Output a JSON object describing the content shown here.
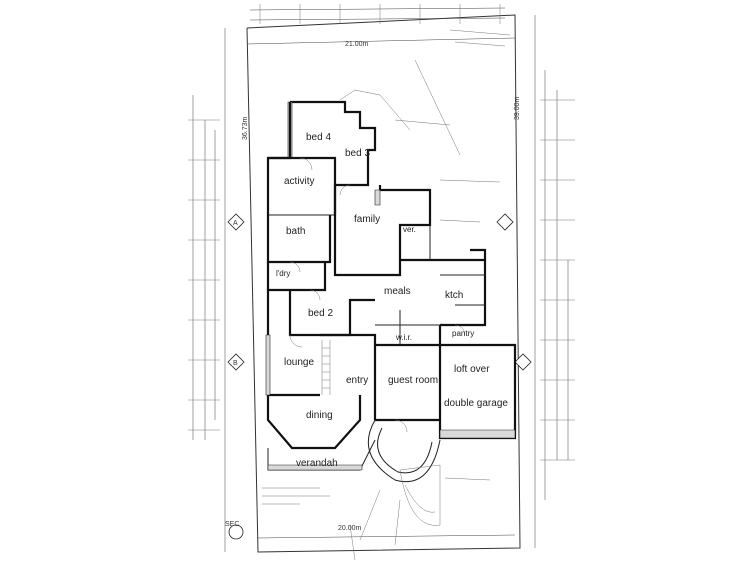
{
  "rooms": {
    "bed4": "bed 4",
    "bed3": "bed 3",
    "activity": "activity",
    "family": "family",
    "bath": "bath",
    "ldry": "l'dry",
    "meals": "meals",
    "ktch": "ktch",
    "bed2": "bed 2",
    "wir": "w.i.r.",
    "pantry": "pantry",
    "lounge": "lounge",
    "entry": "entry",
    "guest_room": "guest room",
    "loft_over": "loft over",
    "double_garage": "double garage",
    "dining": "dining",
    "verandah": "verandah",
    "ver": "ver."
  },
  "dimensions": {
    "top_width": "21.00m",
    "bottom_width": "20.00m",
    "left_depth": "36.73m",
    "right_depth": "39.00m"
  },
  "annotations": {
    "sec_tag": "SEC",
    "section_a": "A",
    "section_b": "B"
  }
}
